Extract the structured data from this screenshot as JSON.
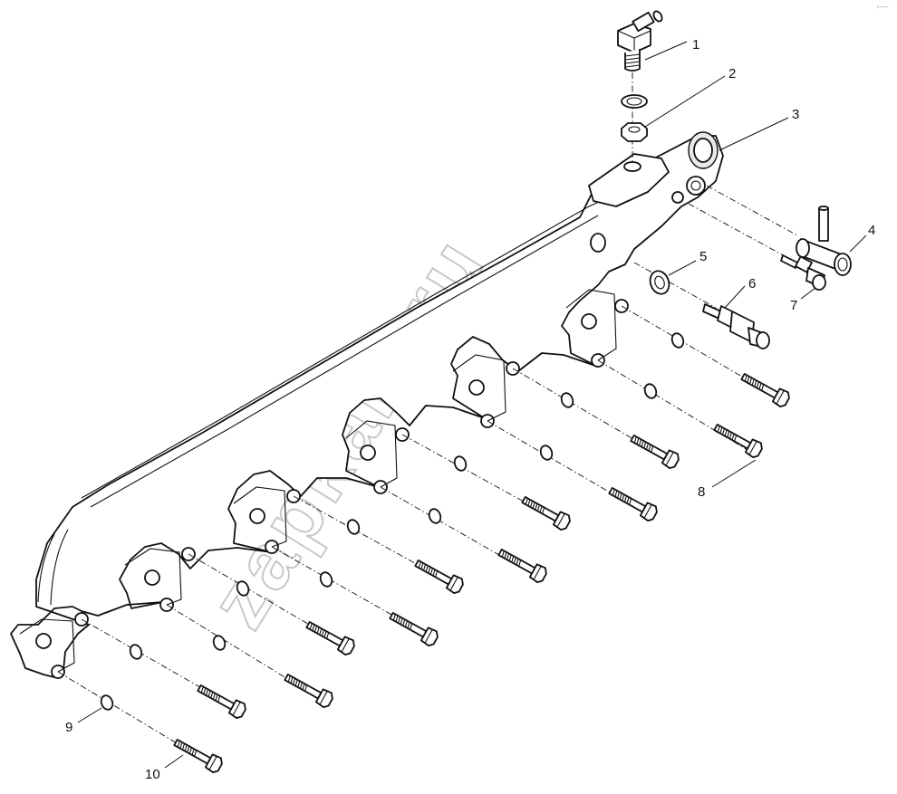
{
  "diagram": {
    "watermark": "zapkam.ru",
    "corner_mark": "⌐—",
    "callouts": [
      {
        "id": "1",
        "label": "1"
      },
      {
        "id": "2",
        "label": "2"
      },
      {
        "id": "3",
        "label": "3"
      },
      {
        "id": "4",
        "label": "4"
      },
      {
        "id": "5",
        "label": "5"
      },
      {
        "id": "6",
        "label": "6"
      },
      {
        "id": "7",
        "label": "7"
      },
      {
        "id": "8",
        "label": "8"
      },
      {
        "id": "9",
        "label": "9"
      },
      {
        "id": "10",
        "label": "10"
      }
    ]
  }
}
